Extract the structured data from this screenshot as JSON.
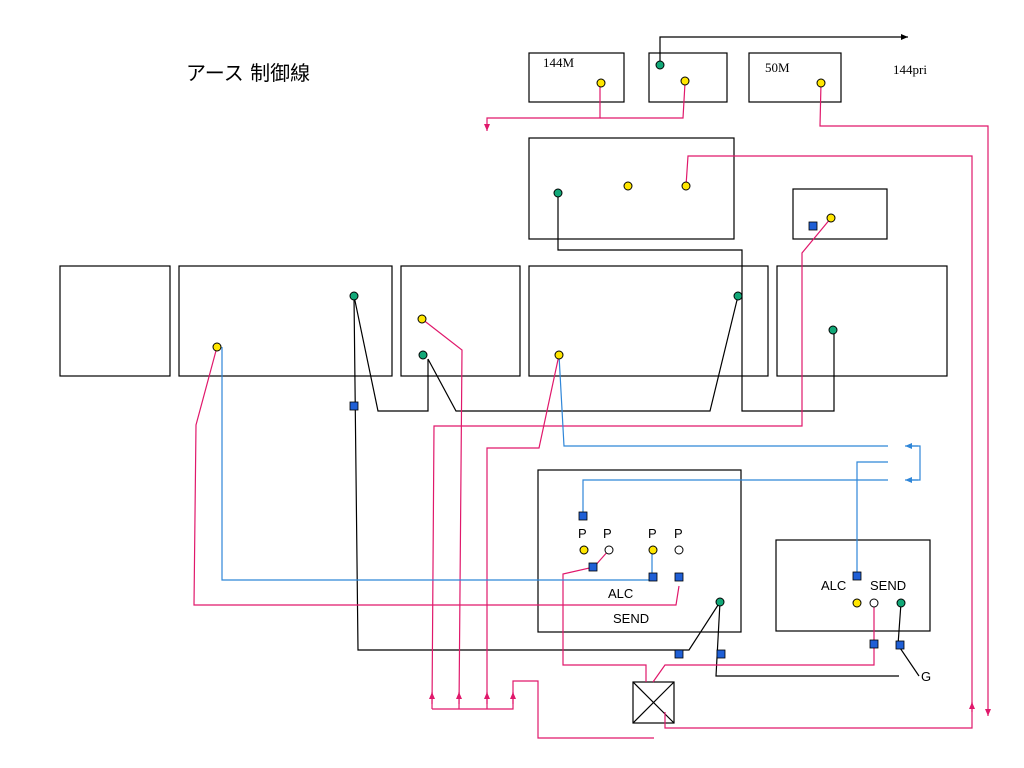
{
  "title": "アース 制御線",
  "labels": {
    "box_144m": "144M",
    "box_50m": "50M",
    "pri": "144pri",
    "p1": "P",
    "p2": "P",
    "p3": "P",
    "p4": "P",
    "alc_main": "ALC",
    "send_main": "SEND",
    "alc_right": "ALC",
    "send_right": "SEND",
    "ground": "G"
  },
  "colors": {
    "earth_wire": "#000000",
    "control_wire": "#e0186b",
    "alc_wire": "#2f86d8",
    "earth_terminal": "#12a878",
    "control_terminal": "#ffe600",
    "connector": "#1f5fd6"
  }
}
